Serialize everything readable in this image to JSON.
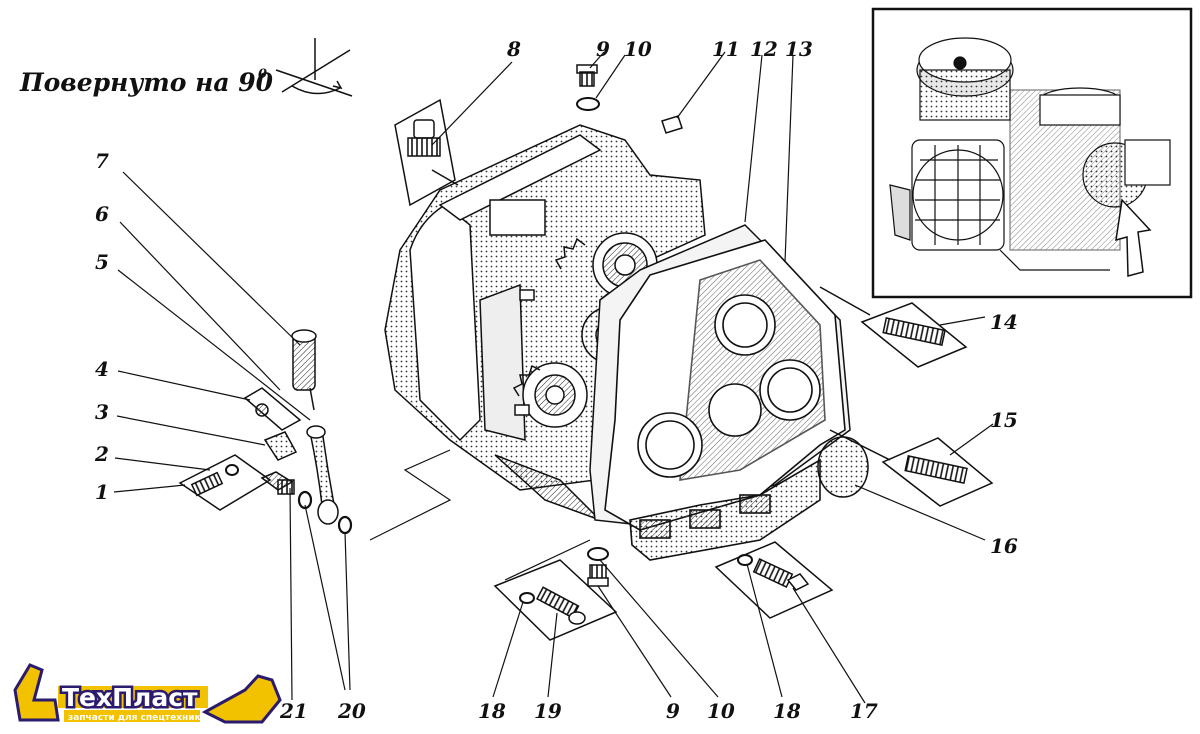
{
  "title": {
    "text": "Повернуто на 90",
    "superscript": "0"
  },
  "callouts": {
    "n1": "1",
    "n2": "2",
    "n3": "3",
    "n4": "4",
    "n5": "5",
    "n6": "6",
    "n7": "7",
    "n8": "8",
    "n9_top": "9",
    "n10_top": "10",
    "n11": "11",
    "n12": "12",
    "n13": "13",
    "n14": "14",
    "n15": "15",
    "n16": "16",
    "n17": "17",
    "n18_left": "18",
    "n19": "19",
    "n9_bottom": "9",
    "n10_bottom": "10",
    "n18_right": "18",
    "n20": "20",
    "n21": "21"
  },
  "logo": {
    "name": "ТехПласт",
    "tagline": "запчасти для спецтехники",
    "colors": {
      "yellow": "#f2c200",
      "navy": "#2b1b6e"
    }
  },
  "inset": {
    "description_icon": "engine-location-arrow"
  }
}
